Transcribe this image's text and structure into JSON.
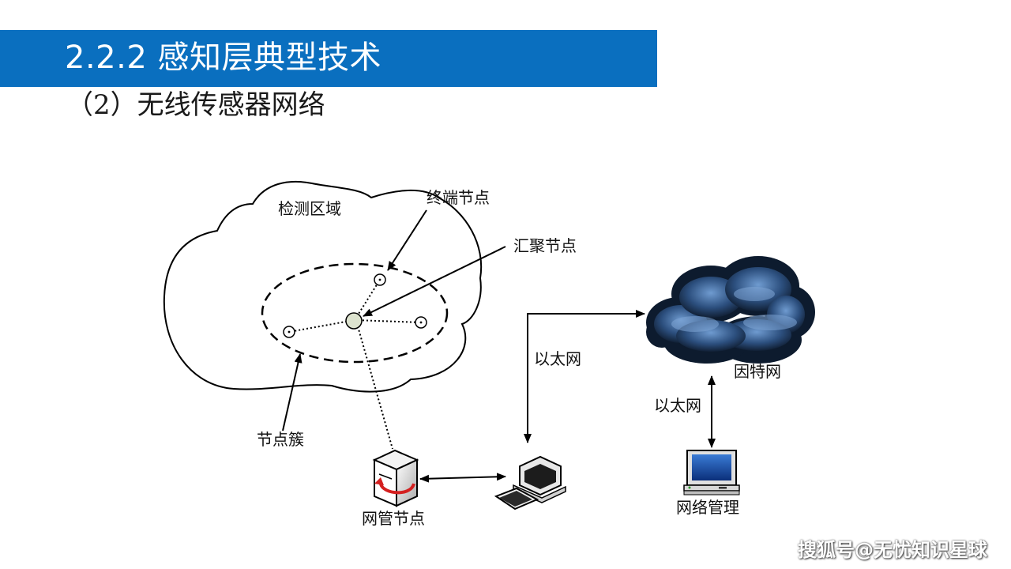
{
  "header": {
    "title": "2.2.2 感知层典型技术",
    "subtitle": "（2）无线传感器网络"
  },
  "diagram": {
    "labels": {
      "detection_area": "检测区域",
      "terminal_node": "终端节点",
      "sink_node": "汇聚节点",
      "node_cluster": "节点簇",
      "gateway_node": "网管节点",
      "ethernet_left": "以太网",
      "internet": "因特网",
      "ethernet_right": "以太网",
      "network_management": "网络管理"
    }
  },
  "watermark": "搜狐号@无忧知识星球",
  "colors": {
    "title_bar": "#0a6fbf",
    "cloud_dark": "#0d1b2e",
    "cloud_light": "#5a86b8"
  }
}
